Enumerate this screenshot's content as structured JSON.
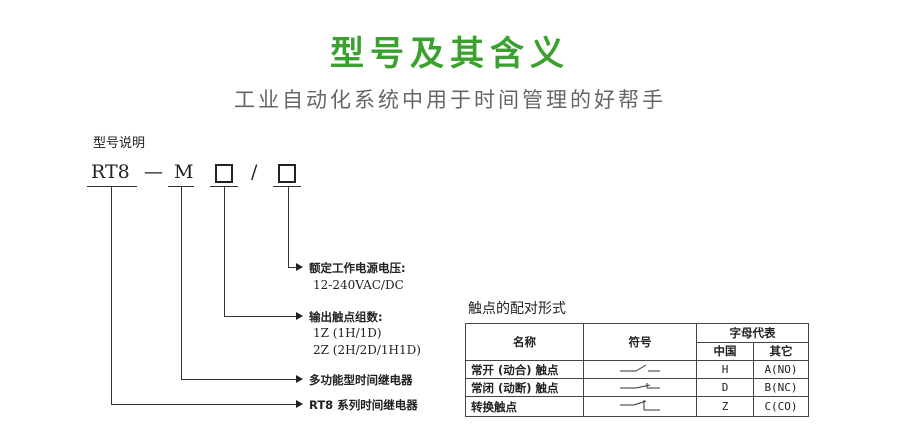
{
  "title": "型号及其含义",
  "subtitle": "工业自动化系统中用于时间管理的好帮手",
  "model_code": {
    "heading": "型号说明",
    "rt8": "RT8",
    "dash": "—",
    "m": "M",
    "slash": "/"
  },
  "annotations": [
    {
      "label": "额定工作电源电压:",
      "values": [
        "12-240VAC/DC"
      ]
    },
    {
      "label": "输出触点组数:",
      "values": [
        "1Z (1H/1D)",
        "2Z (2H/2D/1H1D)"
      ]
    },
    {
      "label": "多功能型时间继电器",
      "values": []
    },
    {
      "label": "RT8 系列时间继电器",
      "values": []
    }
  ],
  "contact_table": {
    "title": "触点的配对形式",
    "headers": {
      "name": "名称",
      "symbol": "符号",
      "letter": "字母代表",
      "china": "中国",
      "other": "其它"
    },
    "rows": [
      {
        "name": "常开 (动合) 触点",
        "symbol": "no-contact",
        "china": "H",
        "other": "A(NO)"
      },
      {
        "name": "常闭 (动断) 触点",
        "symbol": "nc-contact",
        "china": "D",
        "other": "B(NC)"
      },
      {
        "name": "转换触点",
        "symbol": "changeover-contact",
        "china": "Z",
        "other": "C(CO)"
      }
    ]
  },
  "colors": {
    "title": "#3aa12f",
    "subtitle": "#666666",
    "lines": "#333333"
  }
}
